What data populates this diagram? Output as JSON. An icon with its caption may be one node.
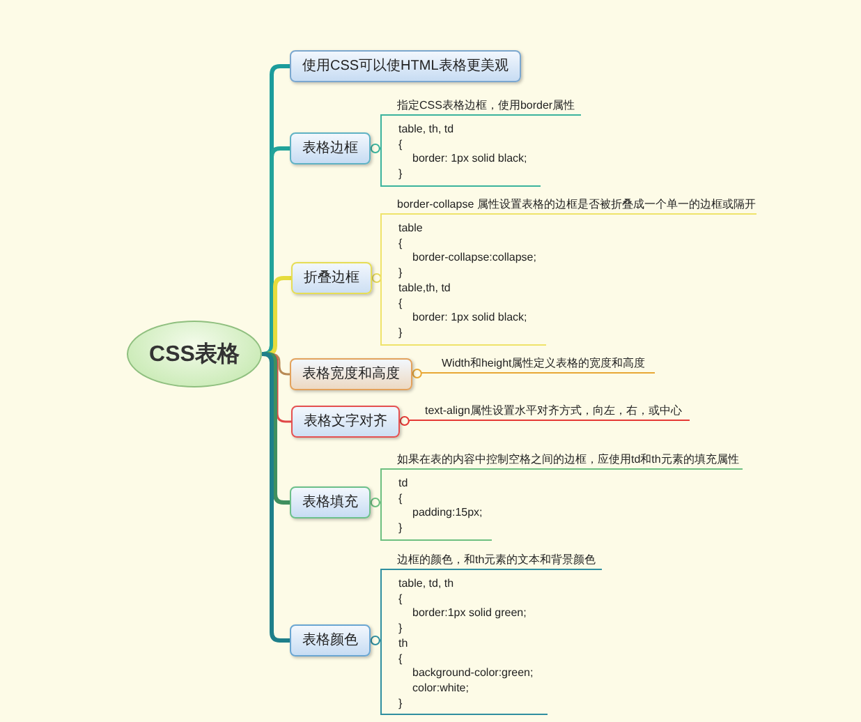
{
  "diagram": {
    "nodes": [
      {
        "text": [
          "CSS表格"
        ]
      },
      {
        "text": [
          "使用CSS可以使HTML表格更美观"
        ]
      },
      {
        "text": [
          "表格边框"
        ]
      },
      {
        "text": [
          "指定CSS表格边框，使用border属性",
          "table, th, td",
          "{",
          "border: 1px solid black;",
          "}"
        ]
      },
      {
        "text": [
          "折叠边框"
        ]
      },
      {
        "text": [
          "border-collapse 属性设置表格的边框是否被折叠成一个单一的边框或隔开",
          "table",
          "{",
          "border-collapse:collapse;",
          "}",
          "table,th, td",
          "{",
          "border: 1px solid black;",
          "}"
        ]
      },
      {
        "text": [
          "表格宽度和高度"
        ]
      },
      {
        "text": [
          "Width和height属性定义表格的宽度和高度"
        ]
      },
      {
        "text": [
          "表格文字对齐"
        ]
      },
      {
        "text": [
          "text-align属性设置水平对齐方式，向左，右，或中心"
        ]
      },
      {
        "text": [
          "表格填充"
        ]
      },
      {
        "text": [
          "如果在表的内容中控制空格之间的边框，应使用td和th元素的填充属性",
          "td",
          "{",
          "padding:15px;",
          "}"
        ]
      },
      {
        "text": [
          "表格颜色"
        ]
      },
      {
        "text": [
          "边框的颜色，和th元素的文本和背景颜色",
          "table, td, th",
          "{",
          "border:1px solid green;",
          "}",
          "th",
          "{",
          "background-color:green;",
          "color:white;",
          "}"
        ]
      }
    ],
    "edges": [
      {
        "from": 0,
        "to": 1,
        "arrow": "none",
        "style": "thick",
        "color": "#1b9c9c"
      },
      {
        "from": 0,
        "to": 2,
        "arrow": "none",
        "style": "thick",
        "color": "#22a39a"
      },
      {
        "from": 0,
        "to": 4,
        "arrow": "none",
        "style": "thick",
        "color": "#e6dc3c"
      },
      {
        "from": 0,
        "to": 6,
        "arrow": "none",
        "color": "#b88a55"
      },
      {
        "from": 0,
        "to": 8,
        "arrow": "none",
        "color": "#e04848"
      },
      {
        "from": 0,
        "to": 10,
        "arrow": "none",
        "style": "thick",
        "color": "#3f8f5f"
      },
      {
        "from": 0,
        "to": 12,
        "arrow": "none",
        "style": "thick",
        "color": "#1e7f8a"
      },
      {
        "from": 2,
        "to": 3,
        "arrow": "other",
        "color": "#3bb39d"
      },
      {
        "from": 4,
        "to": 5,
        "arrow": "other",
        "color": "#e6d85a"
      },
      {
        "from": 6,
        "to": 7,
        "arrow": "other",
        "color": "#e8a735"
      },
      {
        "from": 8,
        "to": 9,
        "arrow": "other",
        "color": "#e53935"
      },
      {
        "from": 10,
        "to": 11,
        "arrow": "other",
        "color": "#6dbf80"
      },
      {
        "from": 12,
        "to": 13,
        "arrow": "other",
        "color": "#2f8fa0"
      }
    ]
  }
}
